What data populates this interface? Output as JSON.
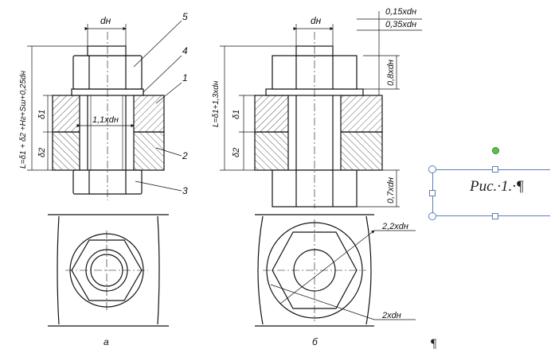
{
  "figure": {
    "caption": "Рис.·1.·¶",
    "pilcrow": "¶",
    "view_a": {
      "label": "а",
      "dn": "dн",
      "width_dim": "1,1xdн",
      "length_formula": "L=δ1 + δ2 +Hг+Sш+0,25dн",
      "delta1": "δ1",
      "delta2": "δ2",
      "leaders": [
        "5",
        "4",
        "1",
        "2",
        "3"
      ]
    },
    "view_b": {
      "label": "б",
      "dn": "dн",
      "length_formula": "L=δ1+1,3xdн",
      "delta1": "δ1",
      "delta2": "δ2",
      "dim_015": "0,15xdн",
      "dim_035": "0,35xdн",
      "dim_08": "0,8xdн",
      "dim_07": "0,7xdн",
      "dim_22": "2,2xdн",
      "dim_2": "2xdн"
    }
  }
}
